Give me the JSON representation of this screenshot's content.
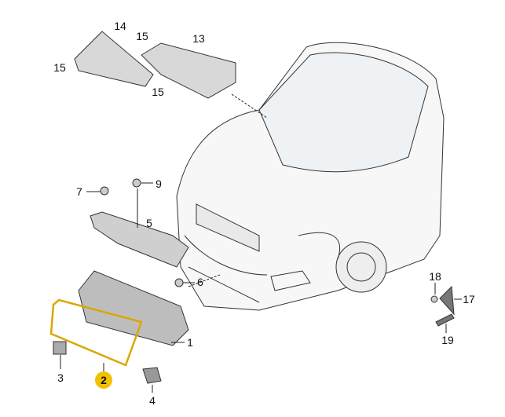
{
  "callouts": [
    {
      "id": "c14",
      "text": "14"
    },
    {
      "id": "c15a",
      "text": "15"
    },
    {
      "id": "c13",
      "text": "13"
    },
    {
      "id": "c15b",
      "text": "15"
    },
    {
      "id": "c15c",
      "text": "15"
    },
    {
      "id": "c7",
      "text": "7"
    },
    {
      "id": "c9",
      "text": "9"
    },
    {
      "id": "c5",
      "text": "5"
    },
    {
      "id": "c6",
      "text": "6"
    },
    {
      "id": "c1",
      "text": "1"
    },
    {
      "id": "c3",
      "text": "3"
    },
    {
      "id": "c4",
      "text": "4"
    },
    {
      "id": "c18",
      "text": "18"
    },
    {
      "id": "c17",
      "text": "17"
    },
    {
      "id": "c19",
      "text": "19"
    }
  ],
  "highlighted": {
    "text": "2",
    "color": "#f2c200"
  }
}
